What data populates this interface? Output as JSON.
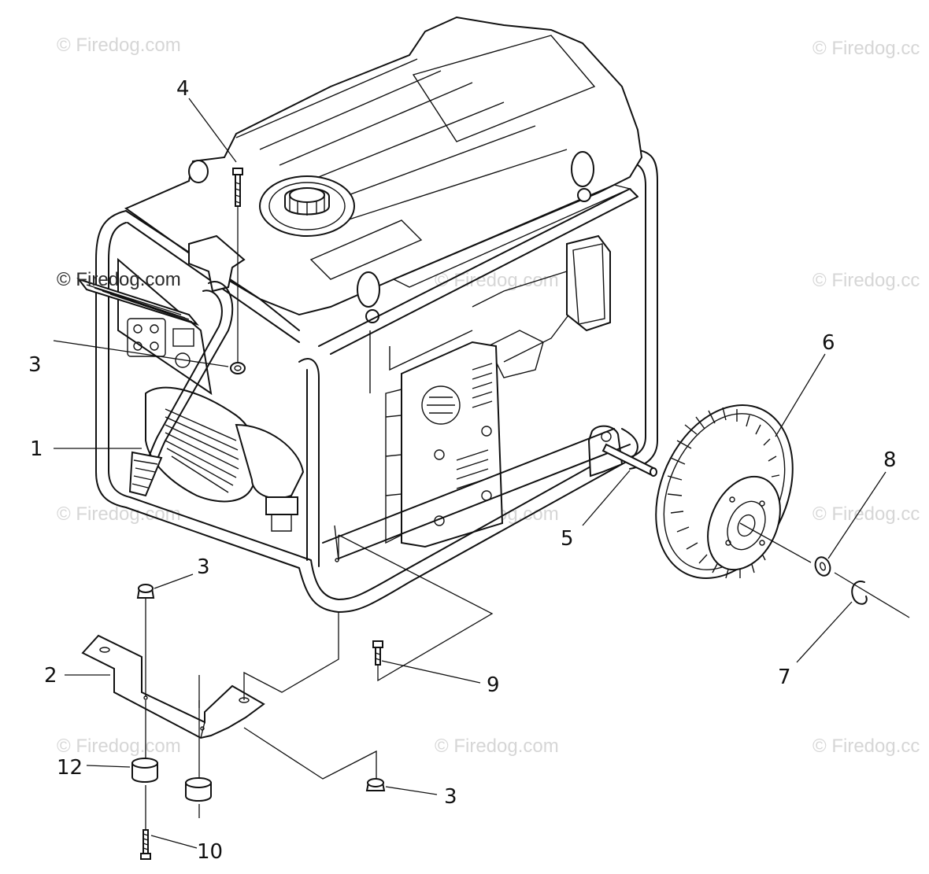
{
  "watermark": {
    "text": "© Firedog.com",
    "text_cut": "© Firedog.cc",
    "text_overlay": "© Firedog.com"
  },
  "callouts": {
    "c1": "1",
    "c2": "2",
    "c3a": "3",
    "c3b": "3",
    "c3c": "3",
    "c4": "4",
    "c5": "5",
    "c6": "6",
    "c7": "7",
    "c8": "8",
    "c9": "9",
    "c10": "10",
    "c12": "12"
  },
  "colors": {
    "line": "#111111",
    "watermark": "#d6d6d6",
    "background": "#ffffff"
  }
}
